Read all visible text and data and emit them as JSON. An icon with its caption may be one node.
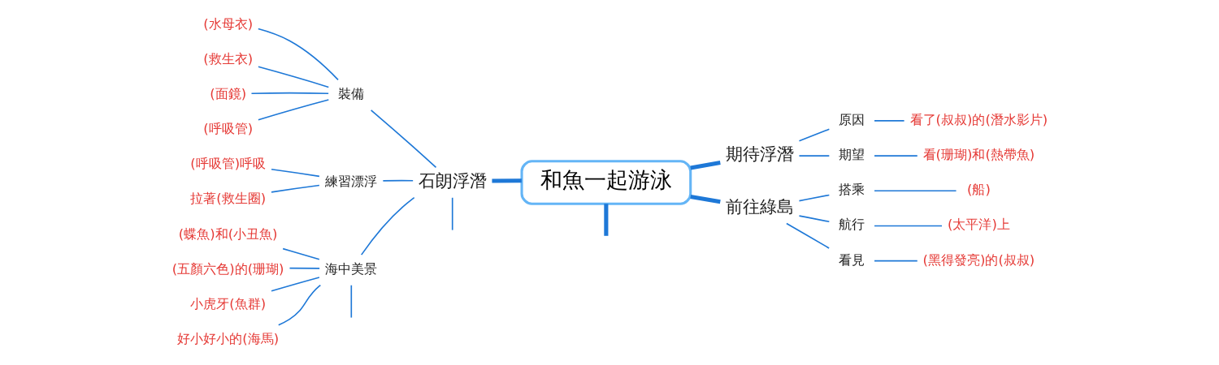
{
  "diagram": {
    "nodes": [
      {
        "text": [
          "和魚一起游泳"
        ]
      },
      {
        "text": [
          "期待浮潛"
        ]
      },
      {
        "text": [
          "原因"
        ]
      },
      {
        "text": [
          "看了(叔叔)的(潛水影片)"
        ]
      },
      {
        "text": [
          "期望"
        ]
      },
      {
        "text": [
          "看(珊瑚)和(熱帶魚)"
        ]
      },
      {
        "text": [
          "前往綠島"
        ]
      },
      {
        "text": [
          "搭乘"
        ]
      },
      {
        "text": [
          "(船)"
        ]
      },
      {
        "text": [
          "航行"
        ]
      },
      {
        "text": [
          "(太平洋)上"
        ]
      },
      {
        "text": [
          "看見"
        ]
      },
      {
        "text": [
          "(黑得發亮)的(叔叔)"
        ]
      },
      {
        "text": [
          "石朗浮潛"
        ]
      },
      {
        "text": [
          "裝備"
        ]
      },
      {
        "text": [
          "(水母衣)"
        ]
      },
      {
        "text": [
          "(救生衣)"
        ]
      },
      {
        "text": [
          "(面鏡)"
        ]
      },
      {
        "text": [
          "(呼吸管)"
        ]
      },
      {
        "text": [
          "練習漂浮"
        ]
      },
      {
        "text": [
          "(呼吸管)呼吸"
        ]
      },
      {
        "text": [
          "拉著(救生圈)"
        ]
      },
      {
        "text": [
          "海中美景"
        ]
      },
      {
        "text": [
          "(蝶魚)和(小丑魚)"
        ]
      },
      {
        "text": [
          "(五顏六色)的(珊瑚)"
        ]
      },
      {
        "text": [
          "小虎牙(魚群)"
        ]
      },
      {
        "text": [
          "好小好小的(海馬)"
        ]
      }
    ],
    "edges": [
      {
        "from": 0,
        "to": null,
        "arrow": "none",
        "style": "thick"
      },
      {
        "from": 0,
        "to": 1,
        "arrow": "none",
        "style": "thick"
      },
      {
        "from": 1,
        "to": 2,
        "arrow": "none"
      },
      {
        "from": 2,
        "to": 3,
        "arrow": "none"
      },
      {
        "from": 1,
        "to": 4,
        "arrow": "none"
      },
      {
        "from": 4,
        "to": 5,
        "arrow": "none"
      },
      {
        "from": 0,
        "to": 6,
        "arrow": "none",
        "style": "thick"
      },
      {
        "from": 6,
        "to": 7,
        "arrow": "none"
      },
      {
        "from": 7,
        "to": 8,
        "arrow": "none"
      },
      {
        "from": 6,
        "to": 9,
        "arrow": "none"
      },
      {
        "from": 9,
        "to": 10,
        "arrow": "none"
      },
      {
        "from": 6,
        "to": 11,
        "arrow": "none"
      },
      {
        "from": 11,
        "to": 12,
        "arrow": "none"
      },
      {
        "from": 0,
        "to": 13,
        "arrow": "none",
        "style": "thick"
      },
      {
        "from": 13,
        "to": 14,
        "arrow": "none"
      },
      {
        "from": 14,
        "to": 15,
        "arrow": "none"
      },
      {
        "from": 14,
        "to": 16,
        "arrow": "none"
      },
      {
        "from": 14,
        "to": 17,
        "arrow": "none"
      },
      {
        "from": 14,
        "to": 18,
        "arrow": "none"
      },
      {
        "from": 13,
        "to": 19,
        "arrow": "none"
      },
      {
        "from": 19,
        "to": 20,
        "arrow": "none"
      },
      {
        "from": 19,
        "to": 21,
        "arrow": "none"
      },
      {
        "from": 13,
        "to": 22,
        "arrow": "none"
      },
      {
        "from": 22,
        "to": 23,
        "arrow": "none"
      },
      {
        "from": 22,
        "to": 24,
        "arrow": "none"
      },
      {
        "from": 22,
        "to": 25,
        "arrow": "none"
      },
      {
        "from": 22,
        "to": 26,
        "arrow": "none"
      },
      {
        "from": 22,
        "to": null,
        "arrow": "none"
      },
      {
        "from": 13,
        "to": null,
        "arrow": "none"
      }
    ]
  }
}
